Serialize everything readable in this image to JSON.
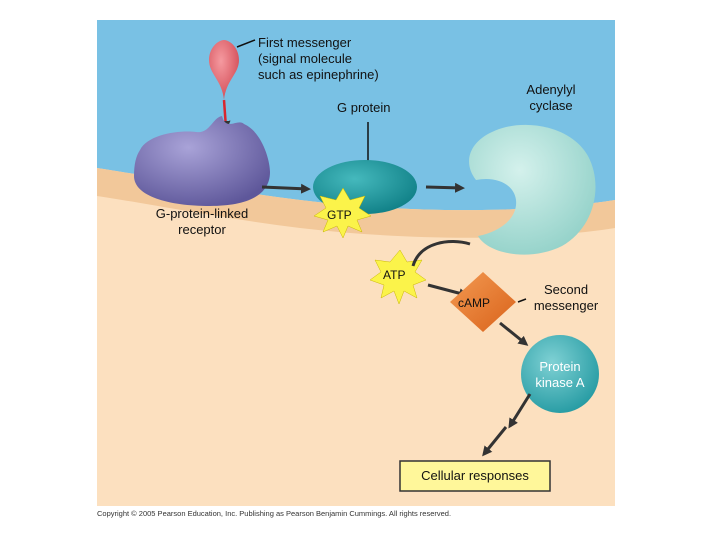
{
  "labels": {
    "first_messenger": [
      "First messenger",
      "(signal molecule",
      "such as epinephrine)"
    ],
    "adenylyl_cyclase": [
      "Adenylyl",
      "cyclase"
    ],
    "g_protein": "G protein",
    "receptor": [
      "G-protein-linked",
      "receptor"
    ],
    "gtp": "GTP",
    "atp": "ATP",
    "camp": "cAMP",
    "second_messenger": [
      "Second",
      "messenger"
    ],
    "protein_kinase_a": [
      "Protein",
      "kinase A"
    ],
    "cellular_responses": "Cellular responses"
  },
  "copyright": "Copyright © 2005 Pearson Education, Inc. Publishing as Pearson Benjamin Cummings. All rights reserved.",
  "colors": {
    "extracellular": "#79c1e4",
    "cytoplasm": "#fce0bf",
    "membrane": "#f2c89a",
    "receptor": "#7e77b8",
    "g_protein": "#1c9aa0",
    "adenylyl_cyclase": "#b6e3dc",
    "protein_kinase_a": "#4ab9bf",
    "camp": "#e8762a",
    "burst": "#fbf34a",
    "signal_molecule": "#e8626a",
    "arrow": "#333333",
    "response_box": "#fff79a"
  }
}
